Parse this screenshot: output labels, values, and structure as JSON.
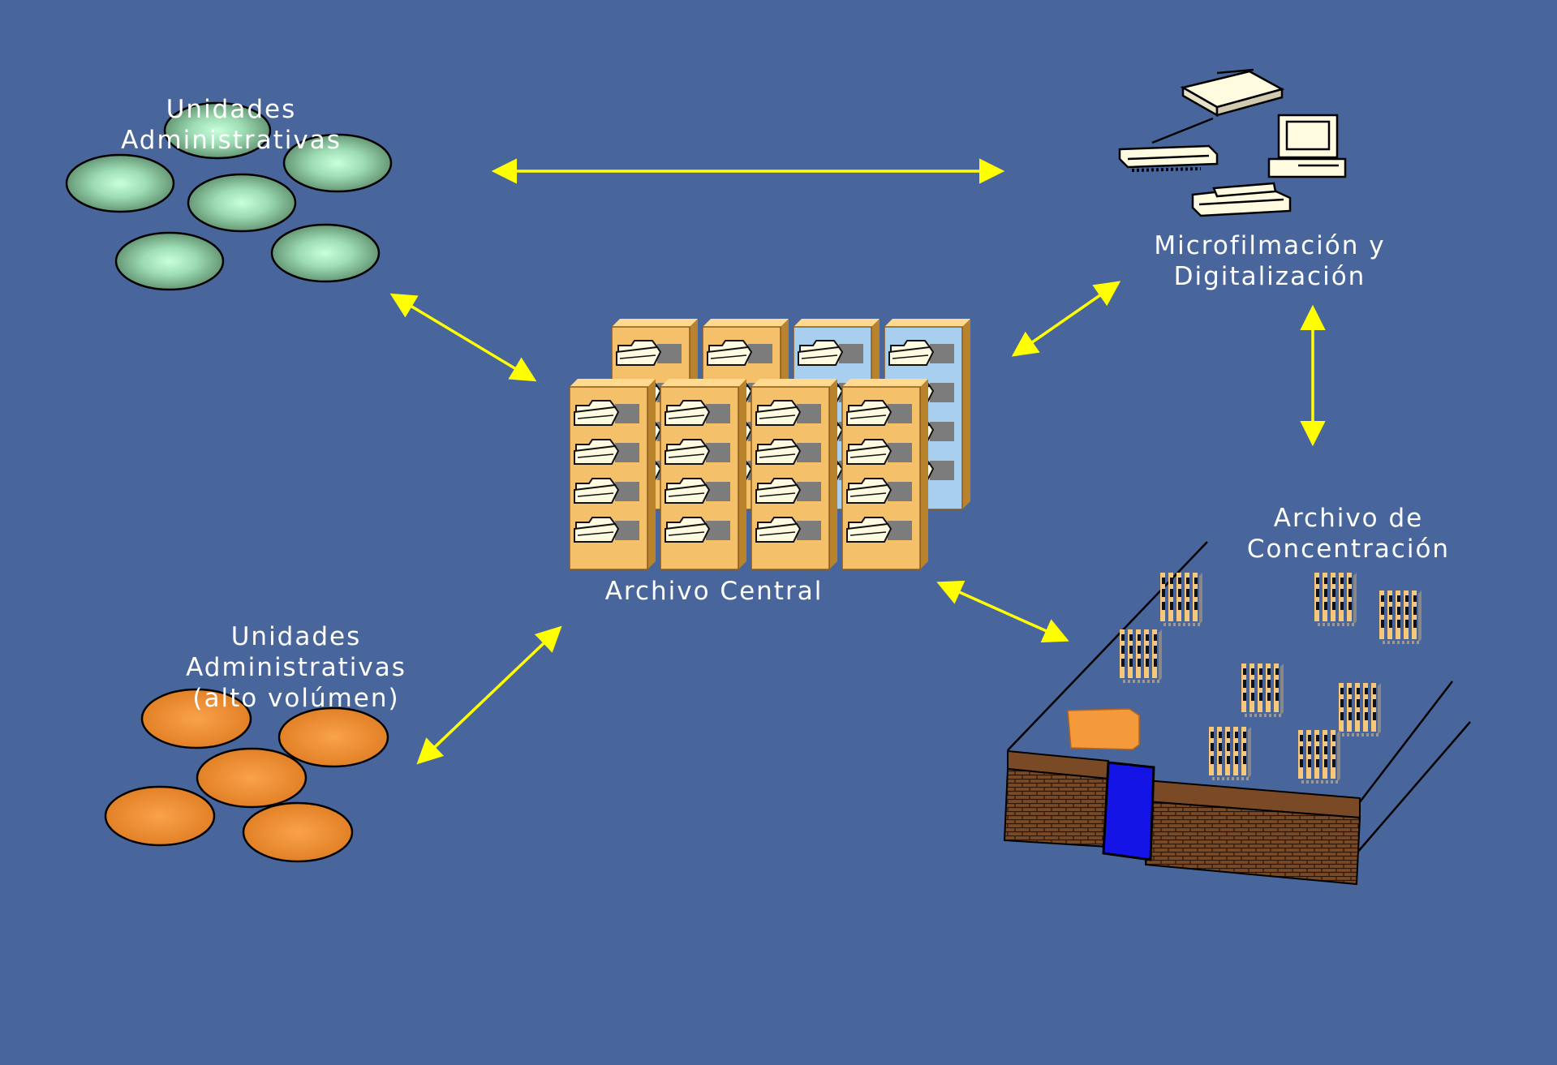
{
  "diagram": {
    "nodes": {
      "ua_top": {
        "label_line1": "Unidades",
        "label_line2": "Administrativas",
        "color": "#5f8a6a",
        "highlight": "#bdf7d2"
      },
      "ua_bottom": {
        "label_line1": "Unidades",
        "label_line2": "Administrativas",
        "label_line3": "(alto volúmen)",
        "color": "#e5852a",
        "highlight": "#fba55a"
      },
      "central": {
        "label": "Archivo Central",
        "cabinet_color": "#f5c06a",
        "cabinet_alt_color": "#a9cfee"
      },
      "micro": {
        "label_line1": "Microfilmación y",
        "label_line2": "Digitalización"
      },
      "concentracion": {
        "label_line1": "Archivo de",
        "label_line2": "Concentración",
        "wall_color": "#7a4a26",
        "door_color": "#1414e6",
        "box_color": "#f59a3a"
      }
    },
    "arrow_color": "#ffff00",
    "background": "#48669b"
  }
}
